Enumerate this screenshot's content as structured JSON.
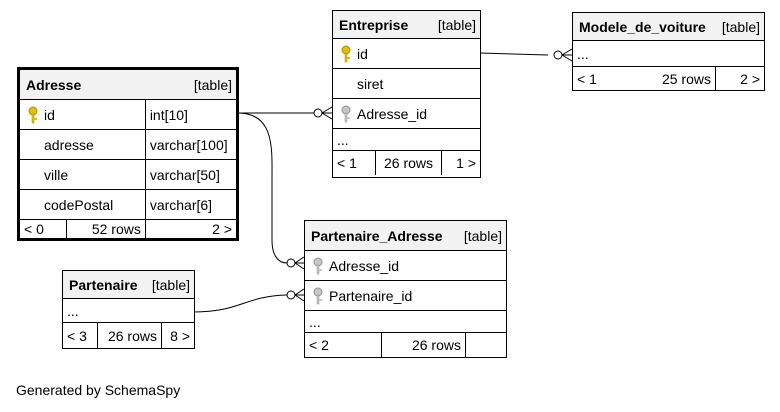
{
  "footer": "Generated by SchemaSpy",
  "tables": {
    "adresse": {
      "name": "Adresse",
      "kind": "[table]",
      "columns": [
        {
          "name": "id",
          "type": "int[10]"
        },
        {
          "name": "adresse",
          "type": "varchar[100]"
        },
        {
          "name": "ville",
          "type": "varchar[50]"
        },
        {
          "name": "codePostal",
          "type": "varchar[6]"
        }
      ],
      "footer": {
        "left": "< 0",
        "rows": "52 rows",
        "right": "2 >"
      }
    },
    "entreprise": {
      "name": "Entreprise",
      "kind": "[table]",
      "columns": [
        "id",
        "siret",
        "Adresse_id"
      ],
      "ellipsis": "...",
      "footer": {
        "left": "< 1",
        "rows": "26 rows",
        "right": "1 >"
      }
    },
    "modele": {
      "name": "Modele_de_voiture",
      "kind": "[table]",
      "ellipsis": "...",
      "footer": {
        "left": "< 1",
        "rows": "25 rows",
        "right": "2 >"
      }
    },
    "partenaire_adresse": {
      "name": "Partenaire_Adresse",
      "kind": "[table]",
      "columns": [
        "Adresse_id",
        "Partenaire_id"
      ],
      "ellipsis": "...",
      "footer": {
        "left": "< 2",
        "rows": "26 rows",
        "right": ""
      }
    },
    "partenaire": {
      "name": "Partenaire",
      "kind": "[table]",
      "ellipsis": "...",
      "footer": {
        "left": "< 3",
        "rows": "26 rows",
        "right": "8 >"
      }
    }
  },
  "colors": {
    "key_primary": "#e0c000",
    "key_foreign": "#a0a0a0",
    "header_bg": "#f2f2f2"
  }
}
